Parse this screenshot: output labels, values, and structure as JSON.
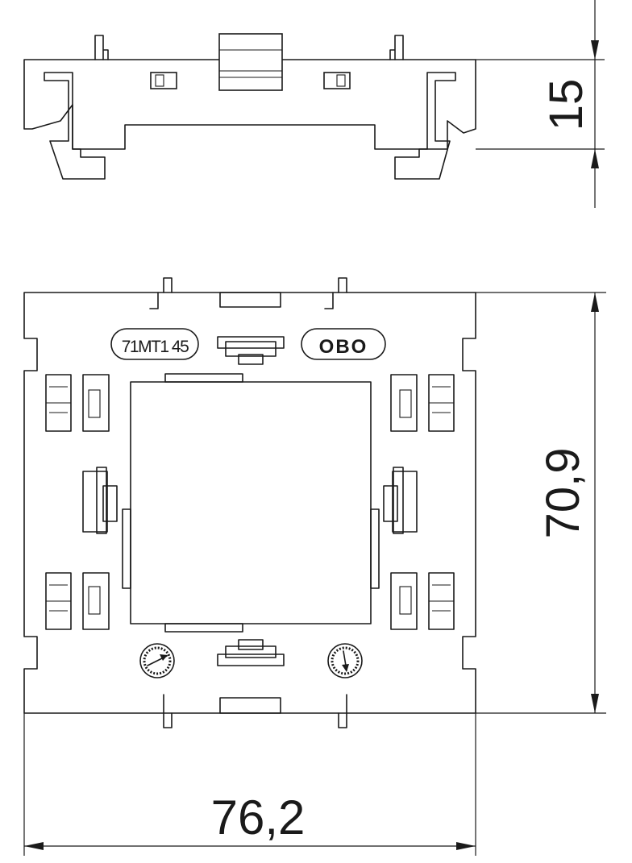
{
  "dimensions": {
    "depth": "15",
    "height": "70,9",
    "width": "76,2"
  },
  "markings": {
    "part_number": "71MT1 45",
    "brand_logo": "OBO"
  },
  "colors": {
    "line": "#1a1a1a",
    "background": "#ffffff"
  }
}
